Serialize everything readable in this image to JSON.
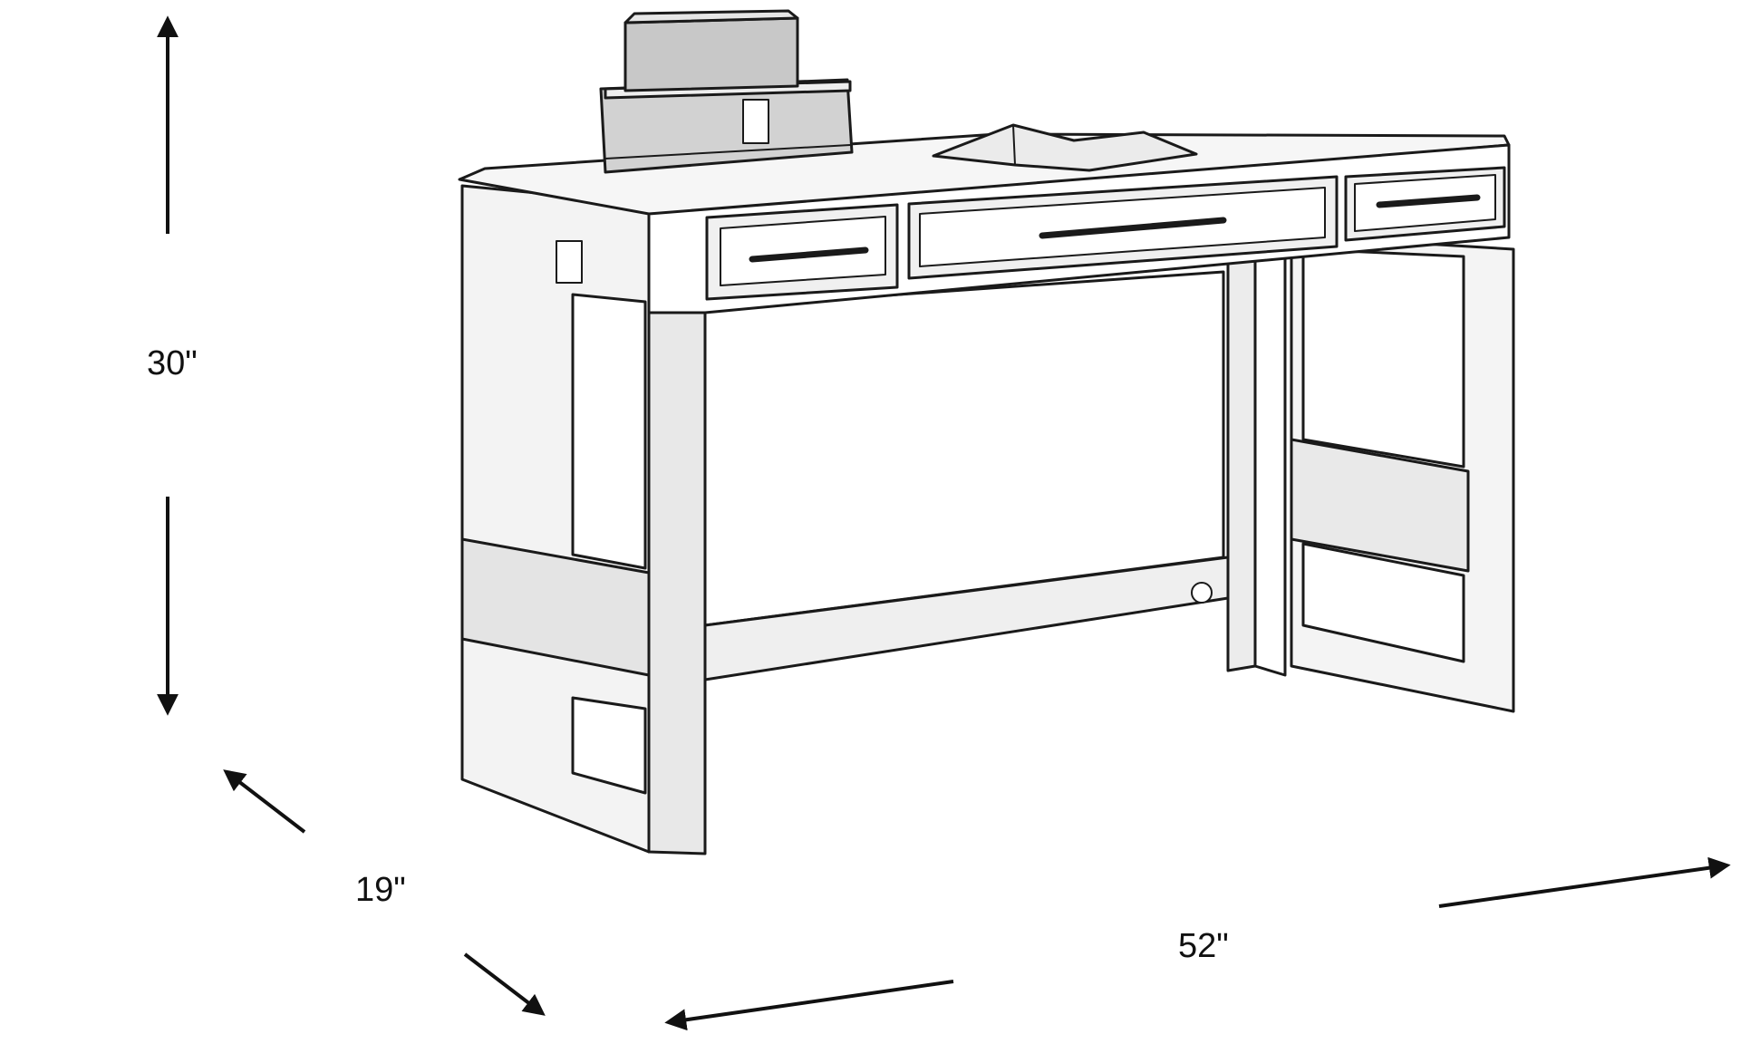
{
  "dimensions": {
    "height": "30\"",
    "depth": "19\"",
    "width": "52\""
  },
  "colors": {
    "line": "#1a1a1a",
    "surface": "#ffffff",
    "shade": "#e6e6e6",
    "box": "#cfcfcf"
  }
}
